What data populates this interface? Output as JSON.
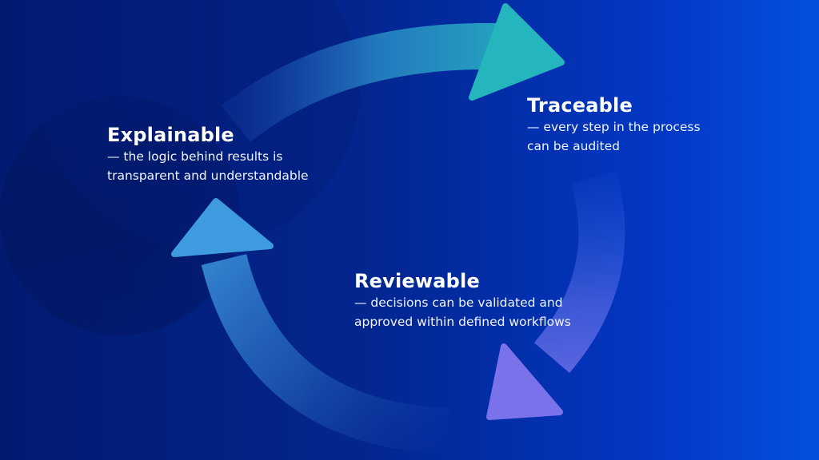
{
  "diagram": {
    "cycle_colors": {
      "top_start": "#2c67d2",
      "top_end": "#25b6bd",
      "right_start": "#1f5fe0",
      "right_end": "#7a72ea",
      "left_start": "#1c3fa8",
      "left_end": "#3f9be0"
    },
    "items": [
      {
        "id": "explainable",
        "title": "Explainable",
        "description_line1": "— the logic behind results is",
        "description_line2": "transparent and understandable"
      },
      {
        "id": "traceable",
        "title": "Traceable",
        "description_line1": "— every step in the process",
        "description_line2": "can be audited"
      },
      {
        "id": "reviewable",
        "title": "Reviewable",
        "description_line1": "— decisions can be validated and",
        "description_line2": "approved within defined workflows"
      }
    ]
  }
}
